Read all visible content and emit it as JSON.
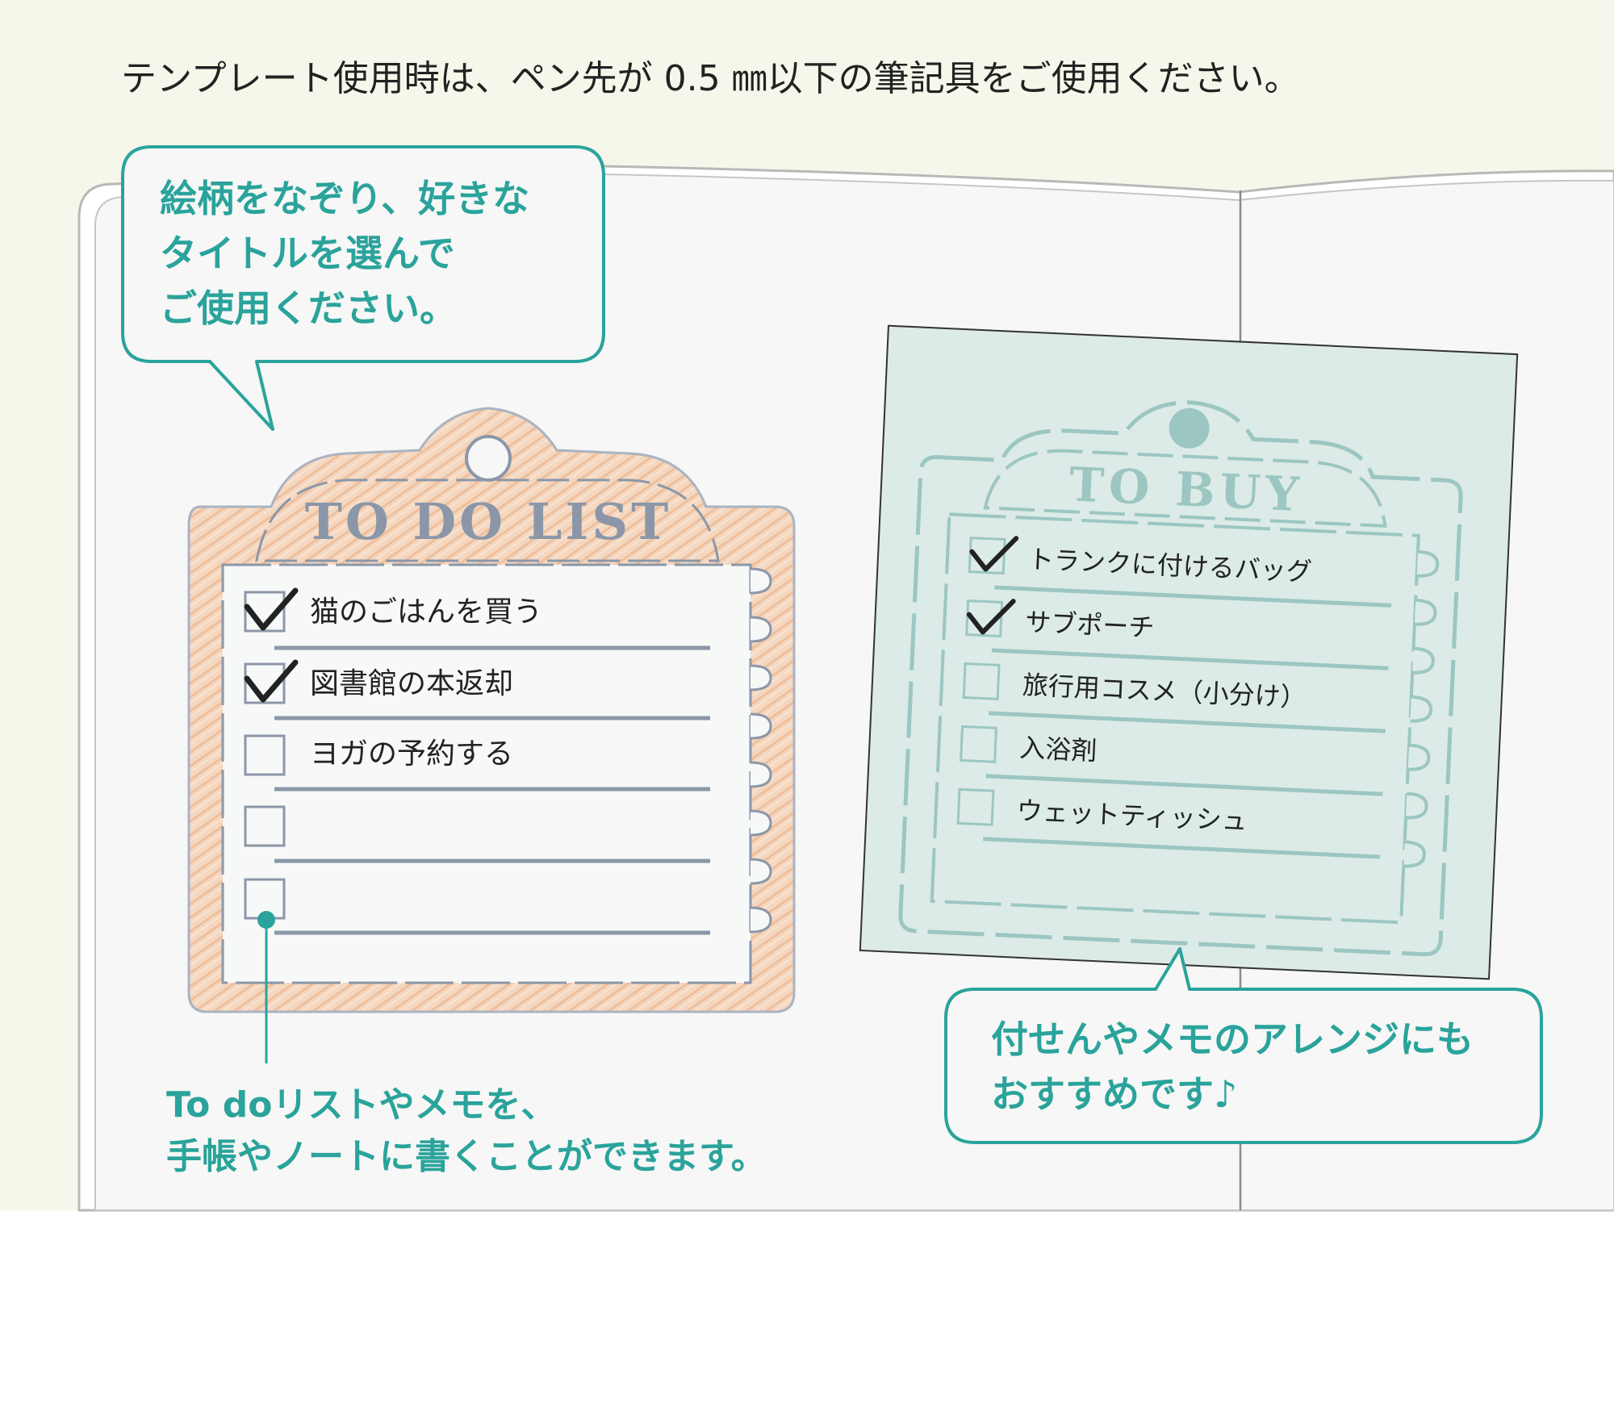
{
  "header": {
    "instruction": "テンプレート使用時は、ペン先が 0.5 ㎜以下の筆記具をご使用ください。"
  },
  "callouts": {
    "top_left": [
      "絵柄をなぞり、好きな",
      "タイトルを選んで",
      "ご使用ください。"
    ],
    "bottom_right": [
      "付せんやメモのアレンジにも",
      "おすすめです♪"
    ],
    "bottom_left": [
      "To doリストやメモを、",
      "手帳やノートに書くことができます。"
    ]
  },
  "todo_list": {
    "title": "TO DO LIST",
    "items": [
      {
        "text": "猫のごはんを買う",
        "checked": true
      },
      {
        "text": "図書館の本返却",
        "checked": true
      },
      {
        "text": "ヨガの予約する",
        "checked": false
      },
      {
        "text": "",
        "checked": false
      },
      {
        "text": "",
        "checked": false
      }
    ]
  },
  "to_buy": {
    "title": "TO BUY",
    "items": [
      {
        "text": "トランクに付けるバッグ",
        "checked": true
      },
      {
        "text": "サブポーチ",
        "checked": true
      },
      {
        "text": "旅行用コスメ（小分け）",
        "checked": false
      },
      {
        "text": "入浴剤",
        "checked": false
      },
      {
        "text": "ウェットティッシュ",
        "checked": false
      }
    ]
  },
  "colors": {
    "background_top": "#f6f6ea",
    "notebook_page": "#f6f7f6",
    "teal_accent": "#2aa39b",
    "peach_template": "#f3cdb0",
    "mint_note": "#dcebe7",
    "mint_stencil": "#9cc6c2",
    "slate_stencil": "#8b97a8",
    "ink": "#222222"
  }
}
